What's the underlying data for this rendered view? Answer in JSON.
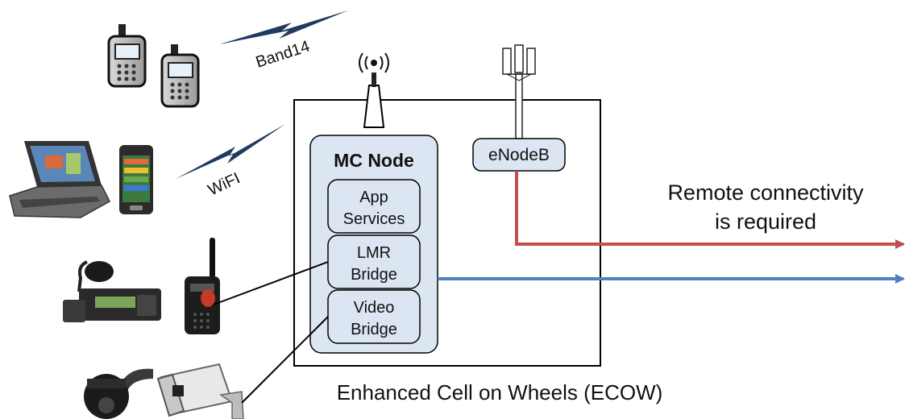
{
  "links": {
    "band": "Band14",
    "wifi": "WiFI"
  },
  "ecow": {
    "caption": "Enhanced Cell on Wheels (ECOW)"
  },
  "mc_node": {
    "title": "MC Node",
    "services": [
      {
        "line1": "App",
        "line2": "Services"
      },
      {
        "line1": "LMR",
        "line2": "Bridge"
      },
      {
        "line1": "Video",
        "line2": "Bridge"
      }
    ]
  },
  "enodeb": {
    "label": "eNodeB"
  },
  "remote": {
    "line1": "Remote connectivity",
    "line2": "is required"
  },
  "colors": {
    "red_arrow": "#c0504d",
    "blue_arrow": "#4f81bd",
    "box_fill": "#dce6f2",
    "bolt": "#1f3a60"
  }
}
